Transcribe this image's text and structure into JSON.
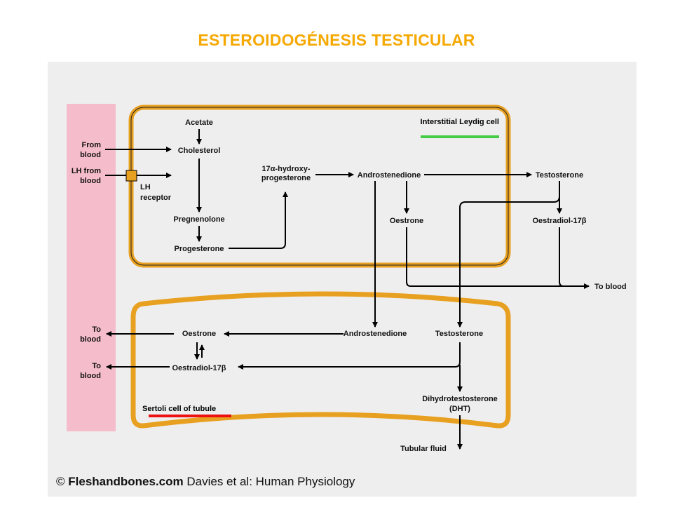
{
  "title": "ESTEROIDOGÉNESIS TESTICULAR",
  "colors": {
    "title": "#f5a800",
    "cell_border": "#e8a020",
    "blood_vessel": "#f5bccb",
    "leydig_underline": "#44cc44",
    "sertoli_underline": "#ee1111",
    "panel": "#eeeeee"
  },
  "leydig": {
    "name": "Interstitial Leydig cell",
    "acetate": "Acetate",
    "cholesterol": "Cholesterol",
    "pregnenolone": "Pregnenolone",
    "progesterone": "Progesterone",
    "hydroxy_line1": "17α-hydroxy-",
    "hydroxy_line2": "progesterone",
    "androstenedione": "Androstenedione",
    "testosterone": "Testosterone",
    "oestrone": "Oestrone",
    "oestradiol": "Oestradiol-17β",
    "lh_receptor_line1": "LH",
    "lh_receptor_line2": "receptor"
  },
  "blood": {
    "from_blood_line1": "From",
    "from_blood_line2": "blood",
    "lh_from_blood_line1": "LH from",
    "lh_from_blood_line2": "blood",
    "to_blood_right": "To blood",
    "to_blood_1_line1": "To",
    "to_blood_1_line2": "blood",
    "to_blood_2_line1": "To",
    "to_blood_2_line2": "blood"
  },
  "sertoli": {
    "name": "Sertoli cell of tubule",
    "oestrone": "Oestrone",
    "oestradiol": "Oestradiol-17β",
    "androstenedione": "Androstenedione",
    "testosterone": "Testosterone",
    "dht_line1": "Dihydrotestosterone",
    "dht_line2": "(DHT)",
    "tubular_fluid": "Tubular fluid"
  },
  "footer": {
    "copyright": "©",
    "brand": "Fleshandbones.com",
    "credit": "Davies et al: Human Physiology"
  }
}
